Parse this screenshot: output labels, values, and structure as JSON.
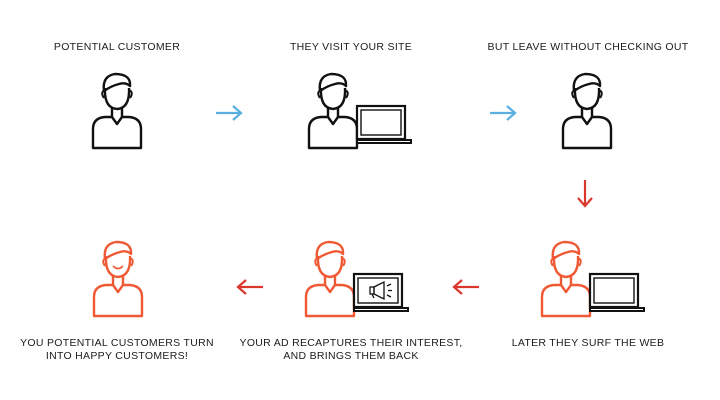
{
  "colors": {
    "dark": "#111111",
    "accent": "#ef5a35",
    "arrow_blue": "#5aaee0",
    "arrow_red": "#d9382c"
  },
  "steps": [
    {
      "label": "POTENTIAL CUSTOMER",
      "label2": ""
    },
    {
      "label": "THEY VISIT YOUR SITE",
      "label2": ""
    },
    {
      "label": "BUT LEAVE WITHOUT CHECKING OUT",
      "label2": ""
    },
    {
      "label": "LATER THEY SURF THE WEB",
      "label2": ""
    },
    {
      "label": "YOUR AD RECAPTURES THEIR INTEREST,",
      "label2": "AND BRINGS THEM BACK"
    },
    {
      "label": "YOU POTENTIAL CUSTOMERS TURN",
      "label2": "INTO HAPPY CUSTOMERS!"
    }
  ],
  "icons": {
    "person": "person-icon",
    "laptop": "laptop-icon",
    "megaphone": "megaphone-icon",
    "arrow_right": "arrow-right-icon",
    "arrow_left": "arrow-left-icon",
    "arrow_down": "arrow-down-icon"
  }
}
